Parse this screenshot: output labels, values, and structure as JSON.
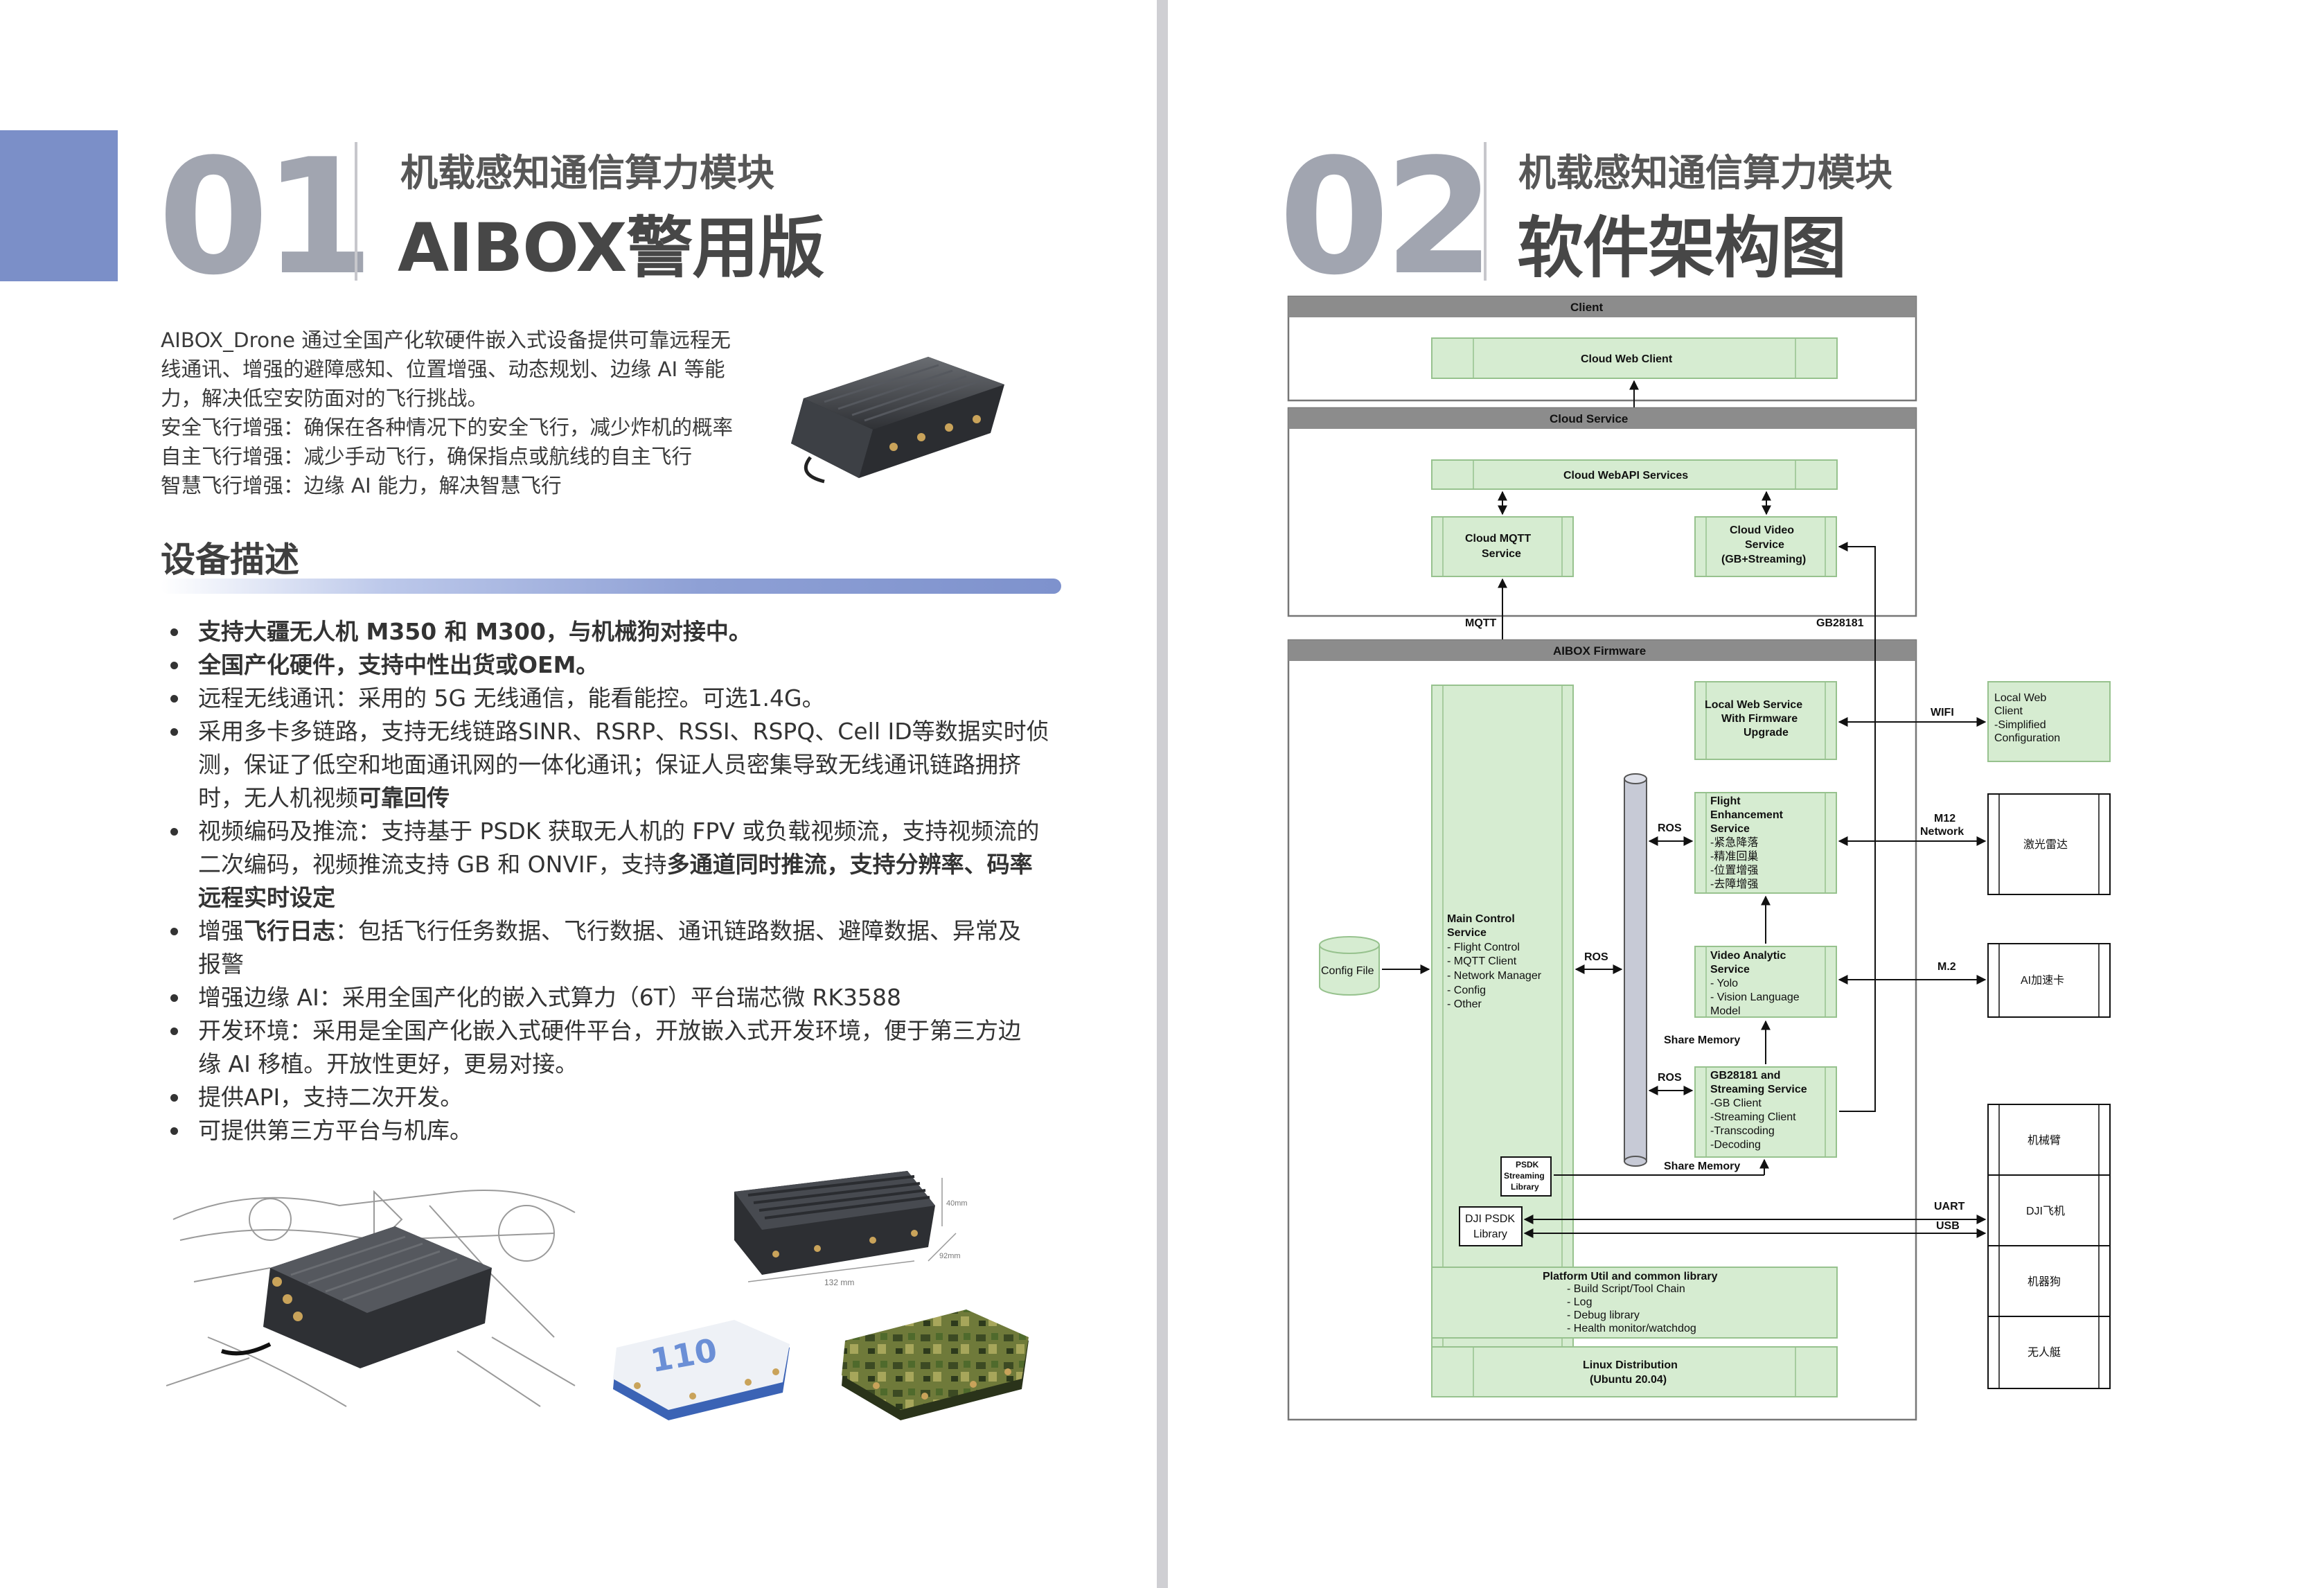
{
  "left": {
    "number": "01",
    "subtitle": "机载感知通信算力模块",
    "title": "AIBOX警用版",
    "intro": [
      "AIBOX_Drone 通过全国产化软硬件嵌入式设备提供可靠远程无",
      "线通讯、增强的避障感知、位置增强、动态规划、边缘 AI 等能",
      "力，解决低空安防面对的飞行挑战。",
      "安全飞行增强：确保在各种情况下的安全飞行，减少炸机的概率",
      "自主飞行增强：减少手动飞行，确保指点或航线的自主飞行",
      "智慧飞行增强：边缘 AI 能力，解决智慧飞行"
    ],
    "section_title": "设备描述",
    "bullets": {
      "b1": "支持大疆无人机 M350 和 M300，与机械狗对接中。",
      "b2": "全国产化硬件，支持中性出货或OEM。",
      "b3": "远程无线通讯：采用的 5G 无线通信，能看能控。可选1.4G。",
      "b4_l1": "采用多卡多链路，支持无线链路SINR、RSRP、RSSI、RSPQ、Cell ID等数据实时侦",
      "b4_l2": "测，保证了低空和地面通讯网的一体化通讯；保证人员密集导致无线通讯链路拥挤",
      "b4_l3a": "时，无人机视频",
      "b4_l3b": "可靠回传",
      "b5_l1": "视频编码及推流：支持基于 PSDK 获取无人机的 FPV 或负载视频流，支持视频流的",
      "b5_l2a": "二次编码，视频推流支持 GB 和 ONVIF，支持",
      "b5_l2b": "多通道同时推流，支持分辨率、码率",
      "b5_l3": "远程实时设定",
      "b6_l1a": "增强",
      "b6_l1b": "飞行日志",
      "b6_l1c": "：包括飞行任务数据、飞行数据、通讯链路数据、避障数据、异常及",
      "b6_l2": "报警",
      "b7": "增强边缘 AI：采用全国产化的嵌入式算力（6T）平台瑞芯微 RK3588",
      "b8_l1": "开发环境：采用是全国产化嵌入式硬件平台，开放嵌入式开发环境，便于第三方边",
      "b8_l2": "缘 AI 移植。开放性更好，更易对接。",
      "b9": "提供API，支持二次开发。",
      "b10": "可提供第三方平台与机库。"
    },
    "dimension_labels": {
      "length": "132 mm",
      "height": "40mm",
      "width": "92mm"
    },
    "badge_number": "110"
  },
  "right": {
    "number": "02",
    "subtitle": "机载感知通信算力模块",
    "title": "软件架构图",
    "diagram": {
      "client": "Client",
      "cloud_web_client": "Cloud Web Client",
      "cloud_service": "Cloud Service",
      "cloud_webapi": "Cloud WebAPI Services",
      "cloud_mqtt": [
        "Cloud MQTT",
        "Service"
      ],
      "cloud_video": [
        "Cloud Video",
        "Service",
        "(GB+Streaming)"
      ],
      "mqtt": "MQTT",
      "gb28181": "GB28181",
      "aibox_firmware": "AIBOX Firmware",
      "main_control": [
        "Main Control",
        "Service",
        "- Flight Control",
        "- MQTT Client",
        "- Network Manager",
        "- Config",
        "- Other"
      ],
      "config_file": "Config File",
      "ros1": "ROS",
      "ros2": "ROS",
      "ros3": "ROS",
      "local_web": [
        "Local Web Service",
        "With Firmware",
        "Upgrade"
      ],
      "flight_enh": [
        "Flight",
        "Enhancement",
        "Service",
        "-紧急降落",
        "-精准回巢",
        "-位置增强",
        "-去障增强"
      ],
      "video_analytic": [
        "Video Analytic",
        "Service",
        "- Yolo",
        "- Vision Language",
        "Model"
      ],
      "share_memory1": "Share Memory",
      "gb_streaming": [
        "GB28181 and",
        "Streaming Service",
        "-GB Client",
        "-Streaming Client",
        "-Transcoding",
        "-Decoding"
      ],
      "share_memory2": "Share Memory",
      "psdk_stream": [
        "PSDK",
        "Streaming",
        "Library"
      ],
      "dji_psdk": [
        "DJI PSDK",
        "Library"
      ],
      "platform_util": [
        "Platform Util and common library",
        "- Build Script/Tool Chain",
        "- Log",
        "- Debug library",
        "- Health monitor/watchdog"
      ],
      "linux": [
        "Linux Distribution",
        "(Ubuntu 20.04)"
      ],
      "wifi": "WIFI",
      "local_web_client": [
        "Local Web",
        "Client",
        "-Simplified",
        "Configuration"
      ],
      "m12": [
        "M12",
        "Network"
      ],
      "lidar": "激光雷达",
      "m2": "M.2",
      "ai_card": "AI加速卡",
      "uart": "UART",
      "usb": "USB",
      "robot_arm": "机械臂",
      "dji_drone": "DJI飞机",
      "robot_dog": "机器狗",
      "boat": "无人艇"
    }
  }
}
